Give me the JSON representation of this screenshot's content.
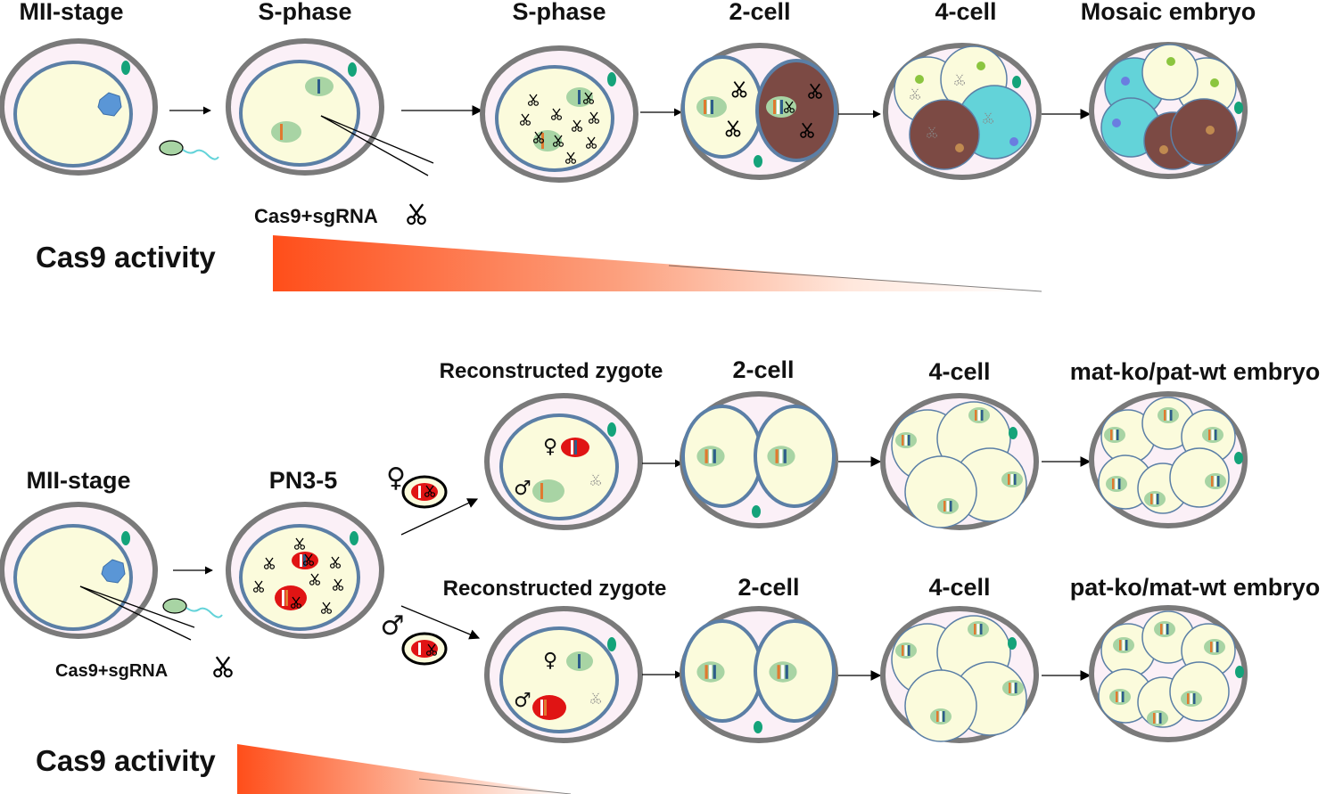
{
  "top": {
    "stage_labels": [
      "MII-stage",
      "S-phase",
      "S-phase",
      "2-cell",
      "4-cell",
      "Mosaic embryo"
    ],
    "injection_label": "Cas9+sgRNA",
    "activity_label": "Cas9 activity"
  },
  "bottom": {
    "left_labels": [
      "MII-stage",
      "PN3-5"
    ],
    "upper_labels": [
      "Reconstructed zygote",
      "2-cell",
      "4-cell",
      "mat-ko/pat-wt embryo"
    ],
    "lower_labels": [
      "Reconstructed zygote",
      "2-cell",
      "4-cell",
      "pat-ko/mat-wt embryo"
    ],
    "injection_label": "Cas9+sgRNA",
    "activity_label": "Cas9 activity",
    "female_symbol": "♀",
    "male_symbol": "♂"
  },
  "icons": {
    "scissors": "scissors-icon"
  },
  "colors": {
    "zona": "#7a7a7a",
    "perivitelline": "#fbf0f7",
    "membrane": "#5b7fa6",
    "cytoplasm": "#fbfbdc",
    "pronucleus": "#a8d4a4",
    "polar_body": "#14a37a",
    "red_pronucleus": "#e01414",
    "brown_cell": "#7c4a44",
    "cyan_cell": "#63d3d9",
    "gradient_start": "#ff4e1a",
    "gradient_end": "#ffffff"
  }
}
